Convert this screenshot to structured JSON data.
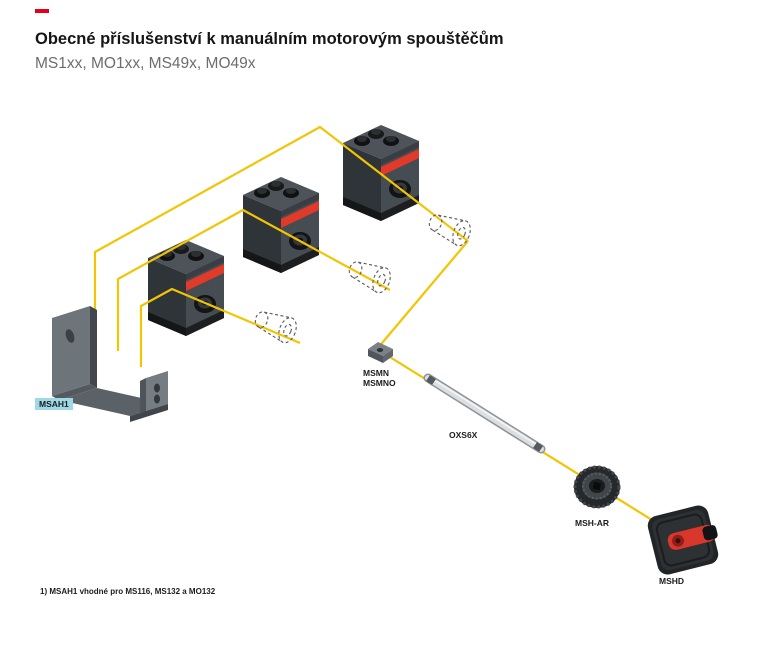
{
  "header": {
    "accent_color": "#e2001a",
    "title": "Obecné příslušenství k manuálním motorovým spouštěčům",
    "subtitle": "MS1xx, MO1xx, MS49x, MO49x"
  },
  "diagram": {
    "colors": {
      "wire": "#f2c504",
      "label_highlight": "#9fd8e6",
      "device_red_band": "#e13a2a",
      "handle_red": "#d9372b",
      "device_body": "#454c52"
    },
    "components": {
      "msah1": {
        "label": "MSAH1",
        "highlighted": true
      },
      "msmn": {
        "label": "MSMN"
      },
      "msmno": {
        "label": "MSMNO"
      },
      "oxs6x": {
        "label": "OXS6X"
      },
      "msh_ar": {
        "label": "MSH-AR"
      },
      "mshd": {
        "label": "MSHD"
      }
    }
  },
  "footnote": "1) MSAH1 vhodné pro MS116, MS132 a MO132"
}
